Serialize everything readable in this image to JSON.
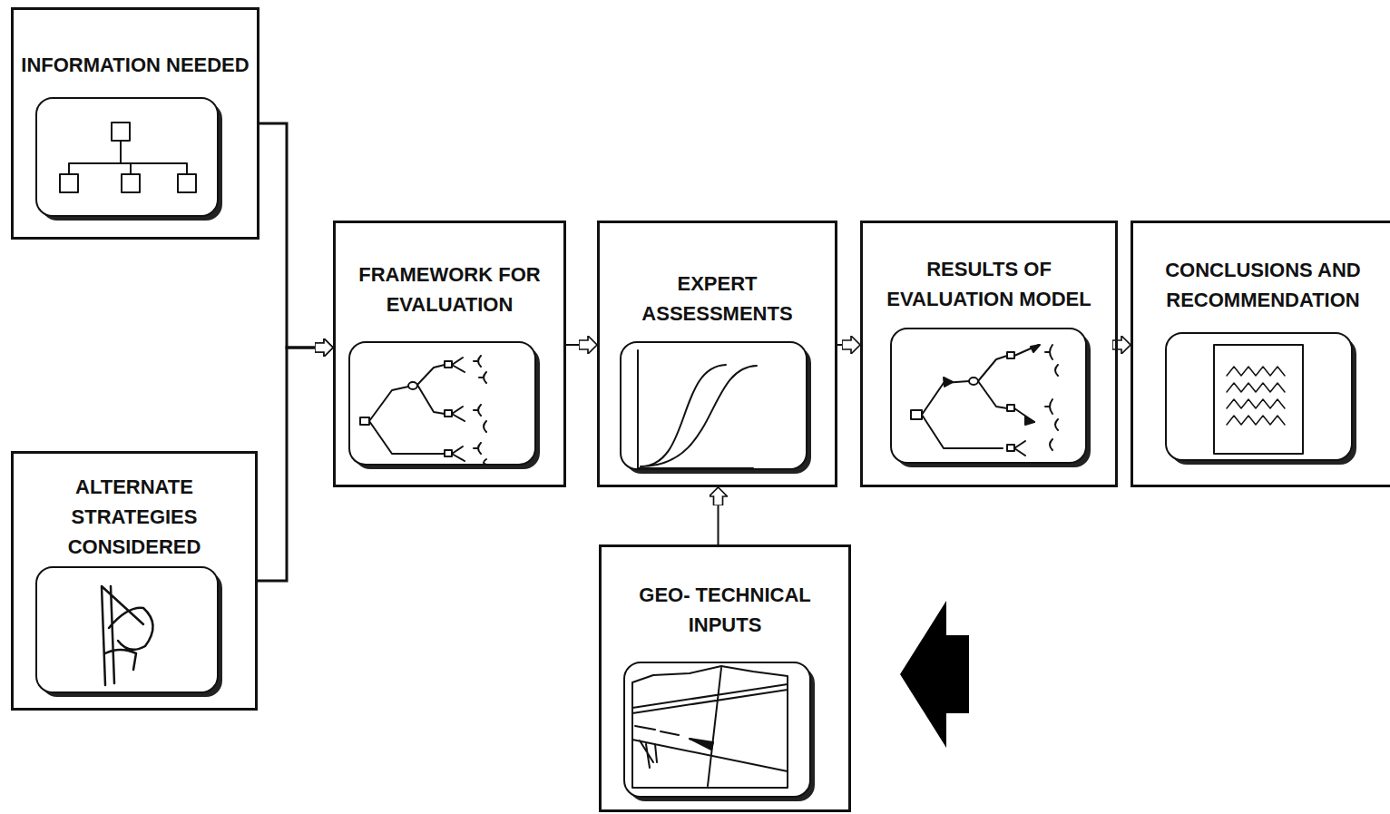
{
  "diagram": {
    "nodes": [
      {
        "text": [
          "INFORMATION NEEDED"
        ]
      },
      {
        "text": [
          "ALTERNATE STRATEGIES CONSIDERED"
        ]
      },
      {
        "text": [
          "FRAMEWORK FOR EVALUATION"
        ]
      },
      {
        "text": [
          "EXPERT ASSESSMENTS"
        ]
      },
      {
        "text": [
          "RESULTS OF EVALUATION MODEL"
        ]
      },
      {
        "text": [
          "CONCLUSIONS AND RECOMMENDATION"
        ]
      },
      {
        "text": [
          "GEO- TECHNICAL INPUTS"
        ]
      }
    ],
    "edges": [
      {
        "from": 0,
        "to": 2,
        "arrow": "to"
      },
      {
        "from": 1,
        "to": 2,
        "arrow": "to"
      },
      {
        "from": 2,
        "to": 3,
        "arrow": "to"
      },
      {
        "from": 3,
        "to": 4,
        "arrow": "to"
      },
      {
        "from": 4,
        "to": 5,
        "arrow": "to"
      },
      {
        "from": 6,
        "to": 3,
        "arrow": "to"
      }
    ]
  }
}
